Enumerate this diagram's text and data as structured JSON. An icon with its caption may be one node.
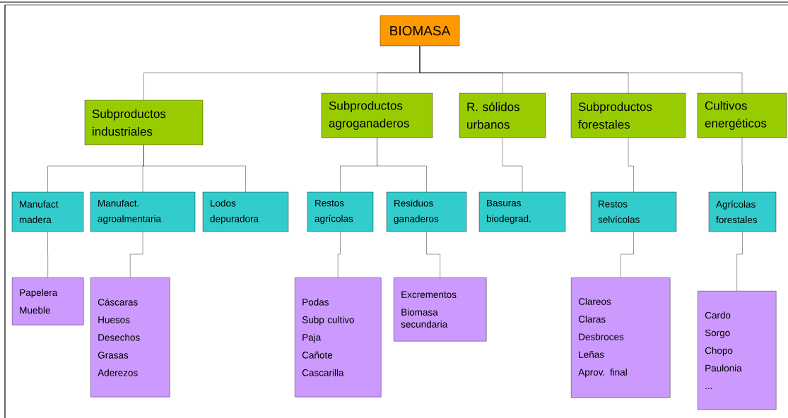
{
  "diagram": {
    "nodes": [
      {
        "text": [
          "BIOMASA"
        ]
      },
      {
        "text": [
          "Subproductos industriales"
        ]
      },
      {
        "text": [
          "Subproductos agroganaderos"
        ]
      },
      {
        "text": [
          "R. sólidos urbanos"
        ]
      },
      {
        "text": [
          "Subproductos forestales"
        ]
      },
      {
        "text": [
          "Cultivos energéticos"
        ]
      },
      {
        "text": [
          "Manufact madera"
        ]
      },
      {
        "text": [
          "Manufact. agroalmentaria"
        ]
      },
      {
        "text": [
          "Lodos depuradora"
        ]
      },
      {
        "text": [
          "Restos agrícolas"
        ]
      },
      {
        "text": [
          "Residuos ganaderos"
        ]
      },
      {
        "text": [
          "Basuras biodegrad."
        ]
      },
      {
        "text": [
          "Restos selvícolas"
        ]
      },
      {
        "text": [
          "Agrícolas forestales"
        ]
      },
      {
        "text": [
          "Papelera",
          "Mueble"
        ]
      },
      {
        "text": [
          "Cáscaras",
          "Huesos",
          "Desechos",
          "Grasas",
          "Aderezos"
        ]
      },
      {
        "text": [
          "Podas",
          "Subp cultivo",
          "Paja",
          "Cañote",
          "Cascarilla"
        ]
      },
      {
        "text": [
          "Excrementos",
          "Biomasa secundaria"
        ]
      },
      {
        "text": [
          "Clareos",
          "Claras",
          "Desbroces",
          "Leñas",
          "Aprov. final"
        ]
      },
      {
        "text": [
          "Cardo",
          "Sorgo",
          "Chopo",
          "Paulonia",
          "..."
        ]
      }
    ],
    "edges": [
      {
        "from": 0,
        "to": 1,
        "arrow": "none"
      },
      {
        "from": 0,
        "to": 2,
        "arrow": "none"
      },
      {
        "from": 0,
        "to": 3,
        "arrow": "none"
      },
      {
        "from": 0,
        "to": 4,
        "arrow": "none"
      },
      {
        "from": 0,
        "to": 5,
        "arrow": "none"
      },
      {
        "from": 1,
        "to": 6,
        "arrow": "none"
      },
      {
        "from": 1,
        "to": 7,
        "arrow": "none"
      },
      {
        "from": 1,
        "to": 8,
        "arrow": "none"
      },
      {
        "from": 2,
        "to": 9,
        "arrow": "none"
      },
      {
        "from": 2,
        "to": 10,
        "arrow": "none"
      },
      {
        "from": 3,
        "to": 11,
        "arrow": "none"
      },
      {
        "from": 4,
        "to": 12,
        "arrow": "none"
      },
      {
        "from": 5,
        "to": 13,
        "arrow": "none"
      },
      {
        "from": 6,
        "to": 14,
        "arrow": "none"
      },
      {
        "from": 7,
        "to": 15,
        "arrow": "none"
      },
      {
        "from": 9,
        "to": 16,
        "arrow": "none"
      },
      {
        "from": 10,
        "to": 17,
        "arrow": "none"
      },
      {
        "from": 12,
        "to": 18,
        "arrow": "none"
      },
      {
        "from": 13,
        "to": 19,
        "arrow": "none"
      }
    ]
  }
}
